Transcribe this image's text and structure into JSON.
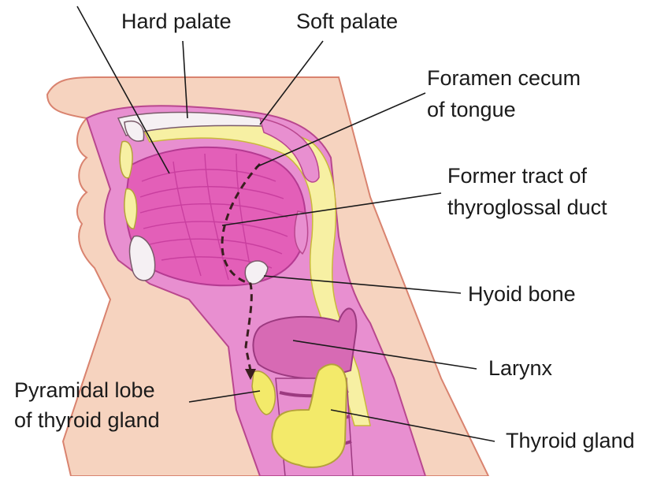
{
  "labels": {
    "hard_palate": "Hard palate",
    "soft_palate": "Soft palate",
    "foramen_cecum_line1": "Foramen cecum",
    "foramen_cecum_line2": "of tongue",
    "former_tract_line1": "Former tract of",
    "former_tract_line2": "thyroglossal duct",
    "hyoid_bone": "Hyoid bone",
    "larynx": "Larynx",
    "pyramidal_lobe_line1": "Pyramidal lobe",
    "pyramidal_lobe_line2": "of thyroid gland",
    "thyroid_gland": "Thyroid gland"
  },
  "colors": {
    "skin": "#f6d3bf",
    "mucosa_pink": "#e88fd0",
    "tongue_pink": "#e35fb8",
    "tongue_stripes": "#c93f9f",
    "pharynx_yellow": "#f7f0a3",
    "bone_white": "#f5f0f3",
    "thyroid_yellow": "#f3ea6a",
    "larynx_pink": "#d76ab4",
    "duct_dashes": "#3a1f1f",
    "leader_lines": "#1a1a1a"
  }
}
